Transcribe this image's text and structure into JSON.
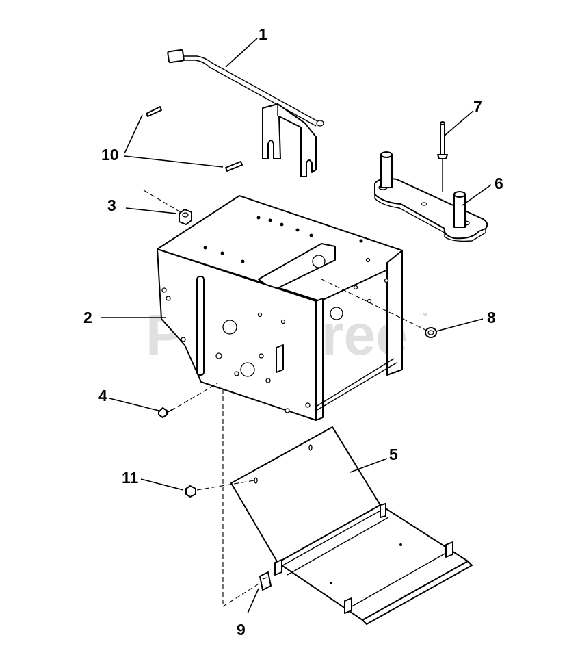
{
  "watermark": {
    "brand": "PartsTree",
    "trademark": "™"
  },
  "callouts": [
    "1",
    "2",
    "3",
    "4",
    "5",
    "6",
    "7",
    "8",
    "9",
    "10",
    "11"
  ],
  "icons": {
    "cable": "wire-harness-icon",
    "frame": "frame-bracket-icon",
    "nut": "hex-nut-icon",
    "screw": "screw-icon",
    "panel": "cover-panel-icon",
    "shaft_plate": "pin-plate-icon",
    "pin": "pin-icon",
    "bushing": "bushing-icon",
    "clip": "clip-icon",
    "cotter": "cotter-pin-icon"
  }
}
